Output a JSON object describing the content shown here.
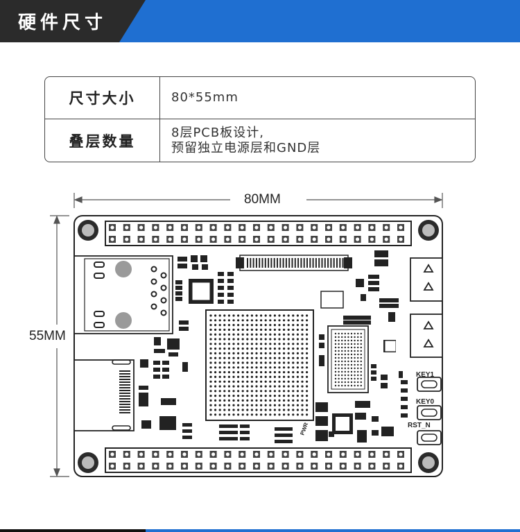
{
  "header": {
    "title": "硬件尺寸"
  },
  "spec_table": {
    "rows": [
      {
        "label": "尺寸大小",
        "value_lines": [
          "80*55mm"
        ]
      },
      {
        "label": "叠层数量",
        "value_lines": [
          "8层PCB板设计,",
          "预留独立电源层和GND层"
        ]
      }
    ]
  },
  "board": {
    "width_label": "80MM",
    "height_label": "55MM",
    "silkscreen": {
      "key1": "KEY1",
      "key0": "KEY0",
      "rst": "RST_N",
      "pwr": "PWR"
    }
  },
  "colors": {
    "accent": "#1f6fd1",
    "dark": "#2b2b2b"
  }
}
